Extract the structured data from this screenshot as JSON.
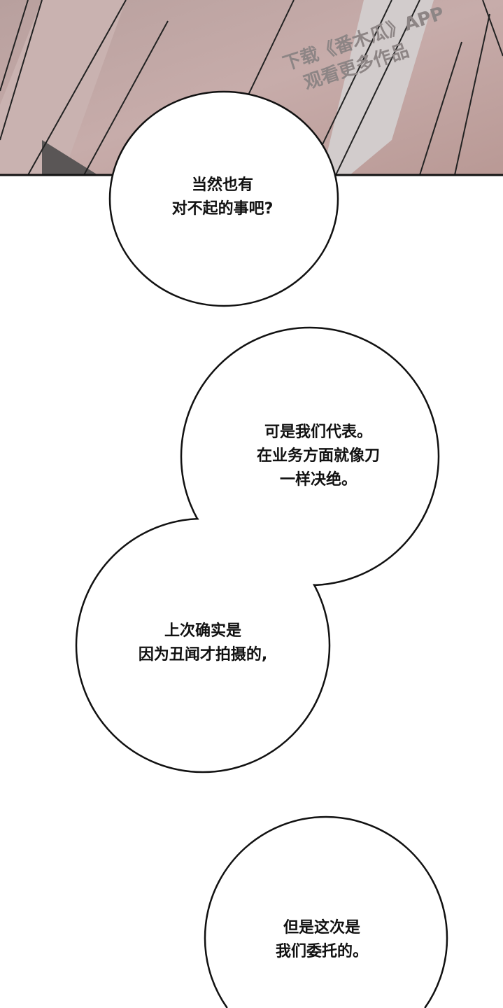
{
  "watermark": {
    "line1": "下载《番木瓜》APP",
    "line2": "观看更多作品"
  },
  "colors": {
    "panel_skin": "#c9a8a4",
    "panel_gray": "#b5b0b0",
    "bubble_fill": "#ffffff",
    "ink": "#111111"
  },
  "bubbles": [
    {
      "lines": [
        "当然也有",
        "对不起的事吧?"
      ]
    },
    {
      "lines": [
        "可是我们代表。",
        "在业务方面就像刀",
        "一样决绝。"
      ]
    },
    {
      "lines": [
        "上次确实是",
        "因为丑闻才拍摄的,"
      ]
    },
    {
      "lines": [
        "但是这次是",
        "我们委托的。"
      ]
    }
  ]
}
